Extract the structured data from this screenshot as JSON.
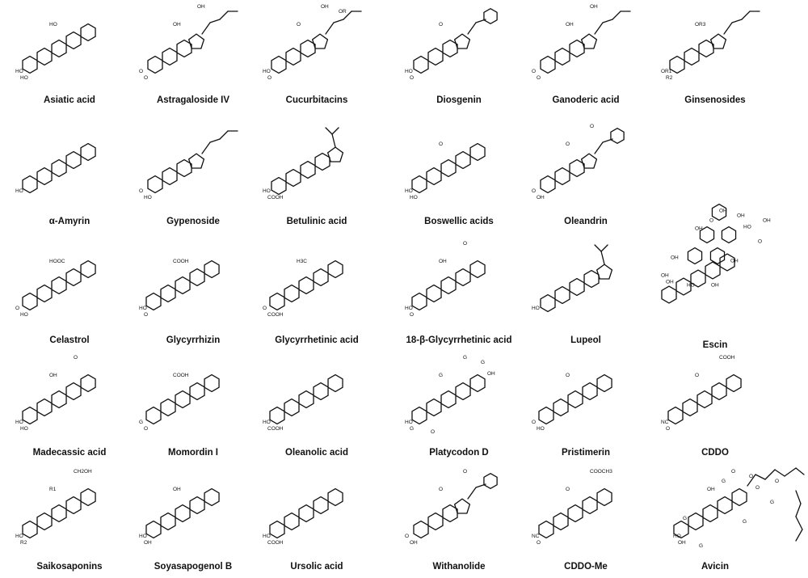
{
  "compounds": [
    {
      "name": "Asiatic acid",
      "type": "penta",
      "subs": [
        "HO",
        "HO",
        "HO"
      ]
    },
    {
      "name": "Astragaloside IV",
      "type": "tetra",
      "subs": [
        "O",
        "O",
        "OH",
        "OH"
      ]
    },
    {
      "name": "Cucurbitacins",
      "type": "tetra",
      "subs": [
        "HO",
        "O",
        "O",
        "OH",
        "OR"
      ]
    },
    {
      "name": "Diosgenin",
      "type": "steroid",
      "subs": [
        "HO",
        "O",
        "O"
      ]
    },
    {
      "name": "Ganoderic acid",
      "type": "tetra",
      "subs": [
        "O",
        "O",
        "OH",
        "OH"
      ]
    },
    {
      "name": "Ginsenosides",
      "type": "tetra",
      "subs": [
        "OR1",
        "R2",
        "OR3"
      ]
    },
    {
      "name": "α-Amyrin",
      "type": "penta",
      "subs": [
        "HO"
      ]
    },
    {
      "name": "Gypenoside",
      "type": "tetra",
      "subs": [
        "O",
        "HO"
      ]
    },
    {
      "name": "Betulinic acid",
      "type": "lupane",
      "subs": [
        "HO",
        "COOH"
      ]
    },
    {
      "name": "Boswellic acids",
      "type": "penta",
      "subs": [
        "HO",
        "HO",
        "O"
      ]
    },
    {
      "name": "Oleandrin",
      "type": "steroid",
      "subs": [
        "O",
        "OH",
        "O",
        "O"
      ]
    },
    {
      "name": "",
      "type": "none",
      "subs": []
    },
    {
      "name": "Celastrol",
      "type": "penta",
      "subs": [
        "O",
        "HO",
        "HOOC"
      ]
    },
    {
      "name": "Glycyrrhizin",
      "type": "penta",
      "subs": [
        "HO",
        "O",
        "COOH"
      ]
    },
    {
      "name": "Glycyrrhetinic acid",
      "type": "penta",
      "subs": [
        "O",
        "COOH",
        "H3C"
      ]
    },
    {
      "name": "18-β-Glycyrrhetinic acid",
      "type": "penta",
      "subs": [
        "HO",
        "O",
        "OH",
        "O"
      ]
    },
    {
      "name": "Lupeol",
      "type": "lupane",
      "subs": [
        "HO"
      ]
    },
    {
      "name": "Escin",
      "type": "escin",
      "subs": [
        "OH",
        "OH",
        "OH",
        "OH",
        "OH",
        "HO",
        "HO",
        "O",
        "O",
        "OH",
        "OH",
        "OH",
        "OH"
      ]
    },
    {
      "name": "Madecassic acid",
      "type": "penta",
      "subs": [
        "HO",
        "HO",
        "OH",
        "O"
      ]
    },
    {
      "name": "Momordin I",
      "type": "penta",
      "subs": [
        "G",
        "O",
        "COOH"
      ]
    },
    {
      "name": "Oleanolic acid",
      "type": "penta",
      "subs": [
        "HO",
        "COOH"
      ]
    },
    {
      "name": "Platycodon D",
      "type": "penta",
      "subs": [
        "HO",
        "G",
        "G",
        "G",
        "G",
        "OH",
        "O"
      ]
    },
    {
      "name": "Pristimerin",
      "type": "penta",
      "subs": [
        "O",
        "HO",
        "O"
      ]
    },
    {
      "name": "CDDO",
      "type": "penta",
      "subs": [
        "NC",
        "O",
        "O",
        "COOH"
      ]
    },
    {
      "name": "Saikosaponins",
      "type": "penta",
      "subs": [
        "HO",
        "R2",
        "R1",
        "CH2OH"
      ]
    },
    {
      "name": "Soyasapogenol B",
      "type": "penta",
      "subs": [
        "HO",
        "OH",
        "OH"
      ]
    },
    {
      "name": "Ursolic acid",
      "type": "penta",
      "subs": [
        "HO",
        "COOH"
      ]
    },
    {
      "name": "Withanolide",
      "type": "steroid",
      "subs": [
        "O",
        "OH",
        "O",
        "O"
      ]
    },
    {
      "name": "CDDO-Me",
      "type": "penta",
      "subs": [
        "NC",
        "O",
        "O",
        "COOCH3"
      ]
    },
    {
      "name": "Avicin",
      "type": "avicin",
      "subs": [
        "HO",
        "OH",
        "OH",
        "O",
        "O",
        "O",
        "G",
        "G",
        "G",
        "G",
        "G",
        "O"
      ]
    }
  ]
}
